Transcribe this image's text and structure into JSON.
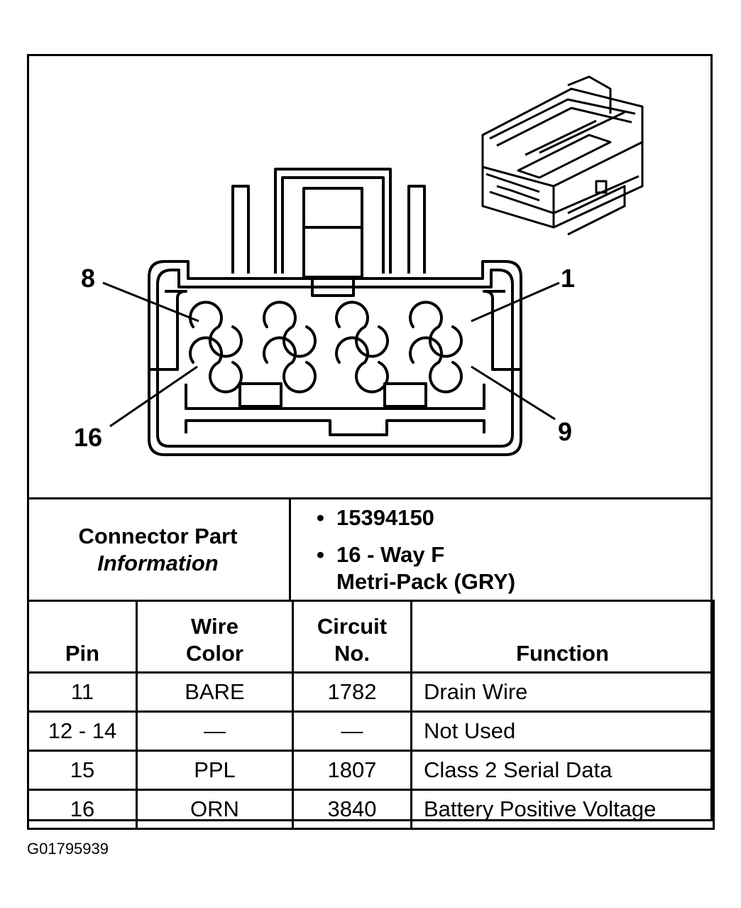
{
  "diagram": {
    "pin_labels": {
      "top_left": "8",
      "top_right": "1",
      "bottom_left": "16",
      "bottom_right": "9"
    }
  },
  "connector_info": {
    "label_line1": "Connector Part",
    "label_line2": "Information",
    "part_number": "15394150",
    "description_line1": "16 - Way F",
    "description_line2": "Metri-Pack (GRY)",
    "bullet": "•"
  },
  "pin_table": {
    "headers": {
      "pin": "Pin",
      "wire_color_line1": "Wire",
      "wire_color_line2": "Color",
      "circuit_line1": "Circuit",
      "circuit_line2": "No.",
      "function": "Function"
    },
    "rows": [
      {
        "pin": "11",
        "wire_color": "BARE",
        "circuit": "1782",
        "function": "Drain Wire"
      },
      {
        "pin": "12 - 14",
        "wire_color": "—",
        "circuit": "—",
        "function": "Not Used"
      },
      {
        "pin": "15",
        "wire_color": "PPL",
        "circuit": "1807",
        "function": "Class 2 Serial Data"
      },
      {
        "pin": "16",
        "wire_color": "ORN",
        "circuit": "3840",
        "function": "Battery Positive Voltage"
      }
    ]
  },
  "figure_ref": "G01795939"
}
